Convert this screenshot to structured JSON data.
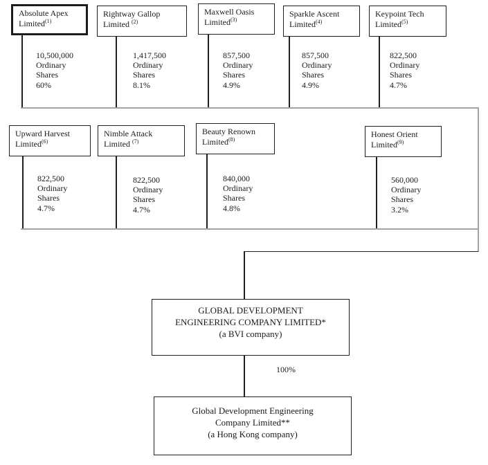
{
  "diagram_title": "shareholding-structure",
  "colors": {
    "background": "#ffffff",
    "box_border": "#1c1c1c",
    "connector_black": "#1f1f1f",
    "connector_gray": "#a3a3a3",
    "text": "#1a1a1a"
  },
  "labels": {
    "ordinary": "Ordinary",
    "shares": "Shares",
    "ownership_percent": "100%"
  },
  "shareholders": [
    {
      "name": "Absolute Apex",
      "suffix": "Limited",
      "footnote": "(1)",
      "shares": "10,500,000",
      "percent": "60%",
      "highlighted": true
    },
    {
      "name": "Rightway Gallop",
      "suffix": "Limited ",
      "footnote": "(2)",
      "shares": "1,417,500",
      "percent": "8.1%",
      "highlighted": false
    },
    {
      "name": "Maxwell Oasis",
      "suffix": "Limited",
      "footnote": "(3)",
      "shares": "857,500",
      "percent": "4.9%",
      "highlighted": false
    },
    {
      "name": "Sparkle Ascent",
      "suffix": "Limited",
      "footnote": "(4)",
      "shares": "857,500",
      "percent": "4.9%",
      "highlighted": false
    },
    {
      "name": "Keypoint Tech",
      "suffix": "Limited",
      "footnote": "(5)",
      "shares": "822,500",
      "percent": "4.7%",
      "highlighted": false
    },
    {
      "name": "Upward Harvest",
      "suffix": "Limited",
      "footnote": "(6)",
      "shares": "822,500",
      "percent": "4.7%",
      "highlighted": false
    },
    {
      "name": "Nimble Attack",
      "suffix": "Limited ",
      "footnote": "(7)",
      "shares": "822,500",
      "percent": "4.7%",
      "highlighted": false
    },
    {
      "name": "Beauty Renown",
      "suffix": "Limited",
      "footnote": "(8)",
      "shares": "840,000",
      "percent": "4.8%",
      "highlighted": false
    },
    {
      "name": "Honest Orient",
      "suffix": "Limited",
      "footnote": "(9)",
      "shares": "560,000",
      "percent": "3.2%",
      "highlighted": false
    }
  ],
  "subsidiaries": {
    "bvi": {
      "name_line1": "GLOBAL DEVELOPMENT",
      "name_line2": "ENGINEERING COMPANY LIMITED*",
      "jurisdiction": "(a BVI company)"
    },
    "hongkong": {
      "name_line1": "Global Development Engineering",
      "name_line2": "Company Limited**",
      "jurisdiction": "(a Hong Kong company)"
    }
  }
}
